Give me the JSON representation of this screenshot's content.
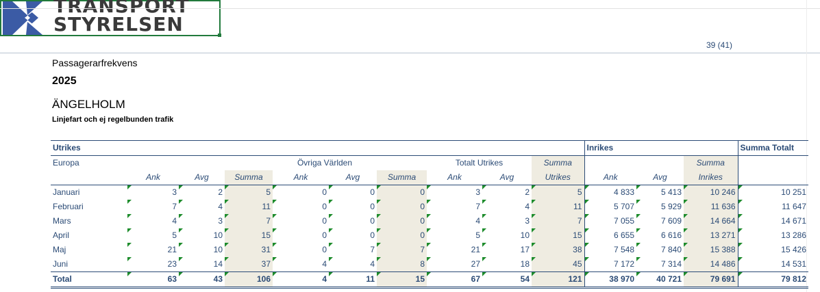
{
  "logo": {
    "line1": "TRANSPORT",
    "line2": "STYRELSEN",
    "icon": "transportstyrelsen-logo-mark",
    "colors": {
      "blue": "#3b5ba5",
      "text": "#3a3a3a"
    }
  },
  "page_number": "39 (41)",
  "report": {
    "title": "Passagerarfrekvens",
    "year": "2025",
    "airport": "ÄNGELHOLM",
    "subtitle": "Linjefart och ej regelbunden trafik"
  },
  "table": {
    "sections": {
      "utrikes": "Utrikes",
      "inrikes": "Inrikes",
      "summa_totalt": "Summa Totalt"
    },
    "groups": {
      "europa": "Europa",
      "ovriga": "Övriga Världen",
      "totalt_utrikes": "Totalt Utrikes"
    },
    "cols": {
      "ank": "Ank",
      "avg": "Avg",
      "summa": "Summa",
      "summa_utrikes_1": "Summa",
      "summa_utrikes_2": "Utrikes",
      "summa_inrikes_1": "Summa",
      "summa_inrikes_2": "Inrikes"
    },
    "rows": [
      {
        "month": "Januari",
        "v": [
          "3",
          "2",
          "5",
          "0",
          "0",
          "0",
          "3",
          "2",
          "5",
          "4 833",
          "5 413",
          "10 246",
          "10 251"
        ]
      },
      {
        "month": "Februari",
        "v": [
          "7",
          "4",
          "11",
          "0",
          "0",
          "0",
          "7",
          "4",
          "11",
          "5 707",
          "5 929",
          "11 636",
          "11 647"
        ]
      },
      {
        "month": "Mars",
        "v": [
          "4",
          "3",
          "7",
          "0",
          "0",
          "0",
          "4",
          "3",
          "7",
          "7 055",
          "7 609",
          "14 664",
          "14 671"
        ]
      },
      {
        "month": "April",
        "v": [
          "5",
          "10",
          "15",
          "0",
          "0",
          "0",
          "5",
          "10",
          "15",
          "6 655",
          "6 616",
          "13 271",
          "13 286"
        ]
      },
      {
        "month": "Maj",
        "v": [
          "21",
          "10",
          "31",
          "0",
          "7",
          "7",
          "21",
          "17",
          "38",
          "7 548",
          "7 840",
          "15 388",
          "15 426"
        ]
      },
      {
        "month": "Juni",
        "v": [
          "23",
          "14",
          "37",
          "4",
          "4",
          "8",
          "27",
          "18",
          "45",
          "7 172",
          "7 314",
          "14 486",
          "14 531"
        ]
      }
    ],
    "total": {
      "label": "Total",
      "v": [
        "63",
        "43",
        "106",
        "4",
        "11",
        "15",
        "67",
        "54",
        "121",
        "38 970",
        "40 721",
        "79 691",
        "79 812"
      ]
    }
  }
}
